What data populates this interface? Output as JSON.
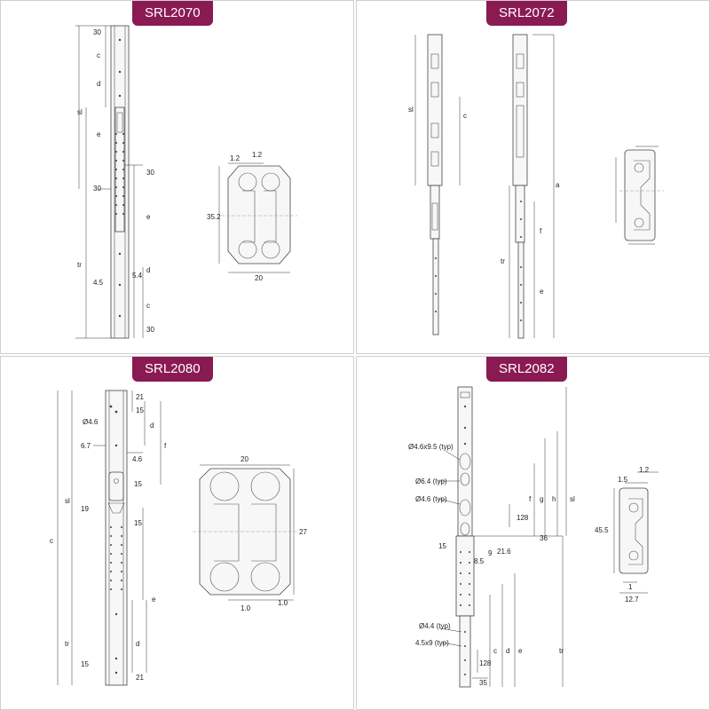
{
  "panels": [
    {
      "title": "SRL2070",
      "slide_labels": [
        "30",
        "c",
        "d",
        "sl",
        "e",
        "30",
        "30",
        "e",
        "tr",
        "4.5",
        "5.4",
        "d",
        "c",
        "30"
      ],
      "profile_labels": [
        "1.2",
        "1.2",
        "35.2",
        "20"
      ]
    },
    {
      "title": "SRL2072",
      "slide_labels": [
        "sl",
        "c",
        "a",
        "f",
        "tr",
        "e"
      ]
    },
    {
      "title": "SRL2080",
      "slide_labels": [
        "21",
        "Ø4.6",
        "15",
        "d",
        "6.7",
        "4.6",
        "f",
        "15",
        "19",
        "sl",
        "15",
        "c",
        "e",
        "tr",
        "d",
        "15",
        "21"
      ],
      "profile_labels": [
        "20",
        "27",
        "1.0",
        "1.0"
      ]
    },
    {
      "title": "SRL2082",
      "slide_labels": [
        "Ø4.6x9.5 (typ)",
        "Ø6.4 (typ)",
        "Ø4.6 (typ)",
        "f",
        "g",
        "h",
        "sl",
        "128",
        "36",
        "15",
        "9",
        "21.6",
        "8.5",
        "Ø4.4 (typ)",
        "4.5x9 (typ)",
        "c",
        "d",
        "e",
        "tr",
        "128",
        "35"
      ],
      "profile_labels": [
        "1.2",
        "1.5",
        "45.5",
        "1",
        "12.7"
      ]
    }
  ],
  "colors": {
    "tag": "#8a1a52",
    "border": "#cfcfcf",
    "line": "#444444"
  }
}
